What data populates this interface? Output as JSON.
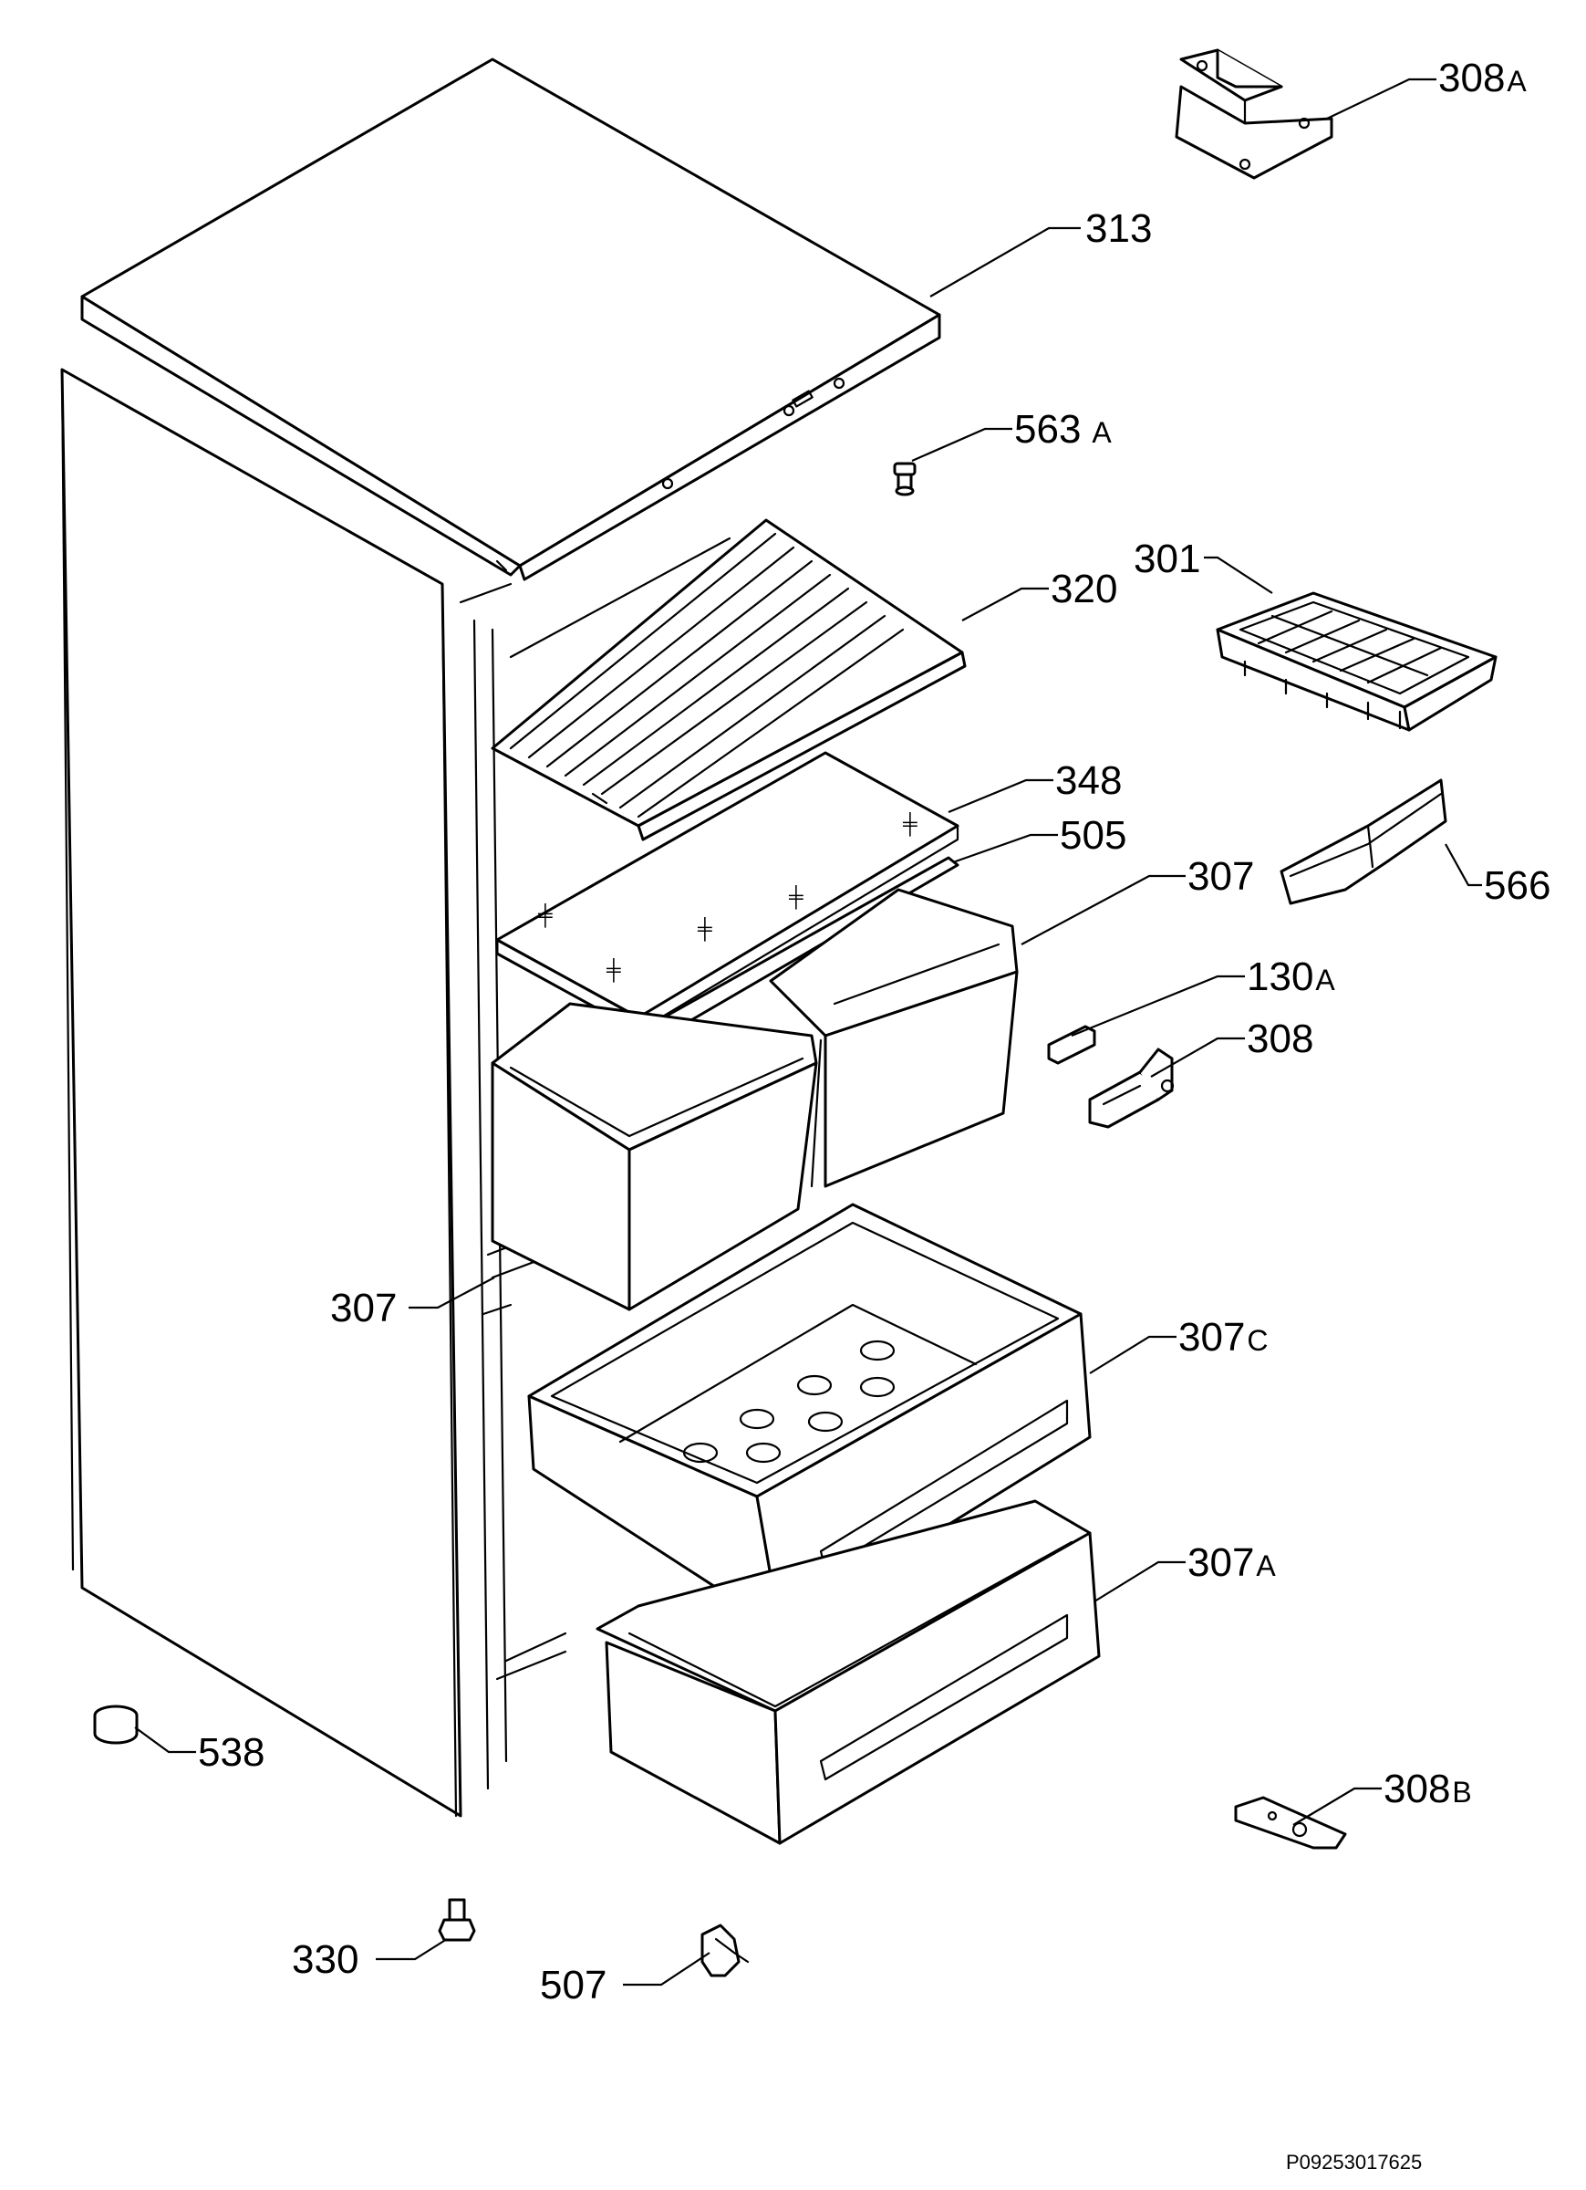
{
  "document_ref": "P09253017625",
  "callouts": [
    {
      "id": "c308a",
      "number": "308",
      "suffix": "A"
    },
    {
      "id": "c313",
      "number": "313",
      "suffix": ""
    },
    {
      "id": "c563a",
      "number": "563",
      "suffix": "A"
    },
    {
      "id": "c301",
      "number": "301",
      "suffix": ""
    },
    {
      "id": "c320",
      "number": "320",
      "suffix": ""
    },
    {
      "id": "c348",
      "number": "348",
      "suffix": ""
    },
    {
      "id": "c505",
      "number": "505",
      "suffix": ""
    },
    {
      "id": "c307top",
      "number": "307",
      "suffix": ""
    },
    {
      "id": "c566",
      "number": "566",
      "suffix": ""
    },
    {
      "id": "c130a",
      "number": "130",
      "suffix": "A"
    },
    {
      "id": "c308",
      "number": "308",
      "suffix": ""
    },
    {
      "id": "c307left",
      "number": "307",
      "suffix": ""
    },
    {
      "id": "c307c",
      "number": "307",
      "suffix": "C"
    },
    {
      "id": "c307a",
      "number": "307",
      "suffix": "A"
    },
    {
      "id": "c538",
      "number": "538",
      "suffix": ""
    },
    {
      "id": "c308b",
      "number": "308",
      "suffix": "B"
    },
    {
      "id": "c330",
      "number": "330",
      "suffix": ""
    },
    {
      "id": "c507",
      "number": "507",
      "suffix": ""
    }
  ]
}
